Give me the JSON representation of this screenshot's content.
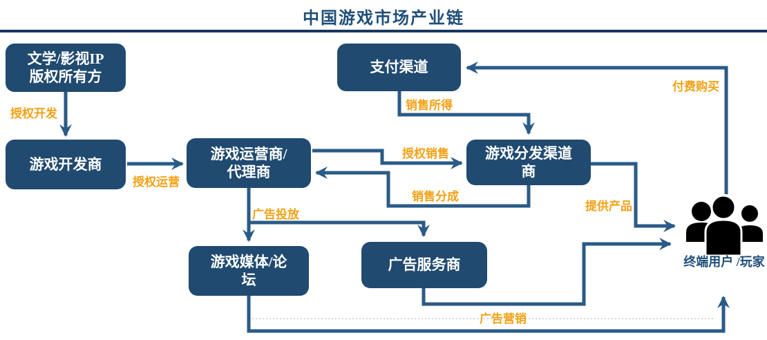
{
  "title": "中国游戏市场产业链",
  "nodes": {
    "ip_owner": {
      "line1": "文学/影视IP",
      "line2": "版权所有方"
    },
    "developer": {
      "line1": "游戏开发商"
    },
    "operator": {
      "line1": "游戏运营商/",
      "line2": "代理商"
    },
    "payment": {
      "line1": "支付渠道"
    },
    "distributor": {
      "line1": "游戏分发渠道",
      "line2": "商"
    },
    "media": {
      "line1": "游戏媒体/论",
      "line2": "坛"
    },
    "ad_service": {
      "line1": "广告服务商"
    },
    "end_user": {
      "line1": "终端用户",
      "line2": "/玩家"
    }
  },
  "flows": {
    "authorize_develop": "授权开发",
    "authorize_operate": "授权运营",
    "authorize_sell": "授权销售",
    "sales_share": "销售分成",
    "sales_income": "销售所得",
    "paid_purchase": "付费购买",
    "ad_placement": "广告投放",
    "provide_product": "提供产品",
    "ad_marketing": "广告营销"
  },
  "colors": {
    "box_fill": "#204A70",
    "arrow": "#2A5A87",
    "flow_label": "#F2A116",
    "title_text": "#1F4E79",
    "title_rule": "#17375E",
    "user_icon": "#000000"
  }
}
